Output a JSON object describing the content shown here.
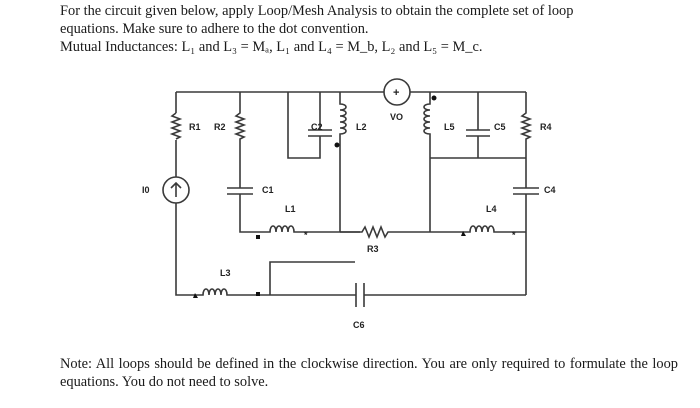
{
  "problem": {
    "line1": "For the circuit given below, apply Loop/Mesh Analysis to obtain the complete set of loop",
    "line2": "equations. Make sure to adhere to the dot convention.",
    "line3": "Mutual Inductances: L₁ and L₃ = Mₐ, L₁ and L₄ = M_b, L₂ and L₅ = M_c."
  },
  "circuit": {
    "labels": {
      "R1": "R1",
      "R2": "R2",
      "C2": "C2",
      "L2": "L2",
      "VO": "VO",
      "L5": "L5",
      "C5": "C5",
      "R4": "R4",
      "IO": "I0",
      "C1": "C1",
      "L1": "L1",
      "R3": "R3",
      "L4": "L4",
      "C4": "C4",
      "L3": "L3",
      "C6": "C6"
    },
    "source_symbol": "+"
  },
  "note": {
    "text": "Note: All loops should be defined in the clockwise direction. You are only required to formulate the loop equations. You do not need to solve."
  }
}
